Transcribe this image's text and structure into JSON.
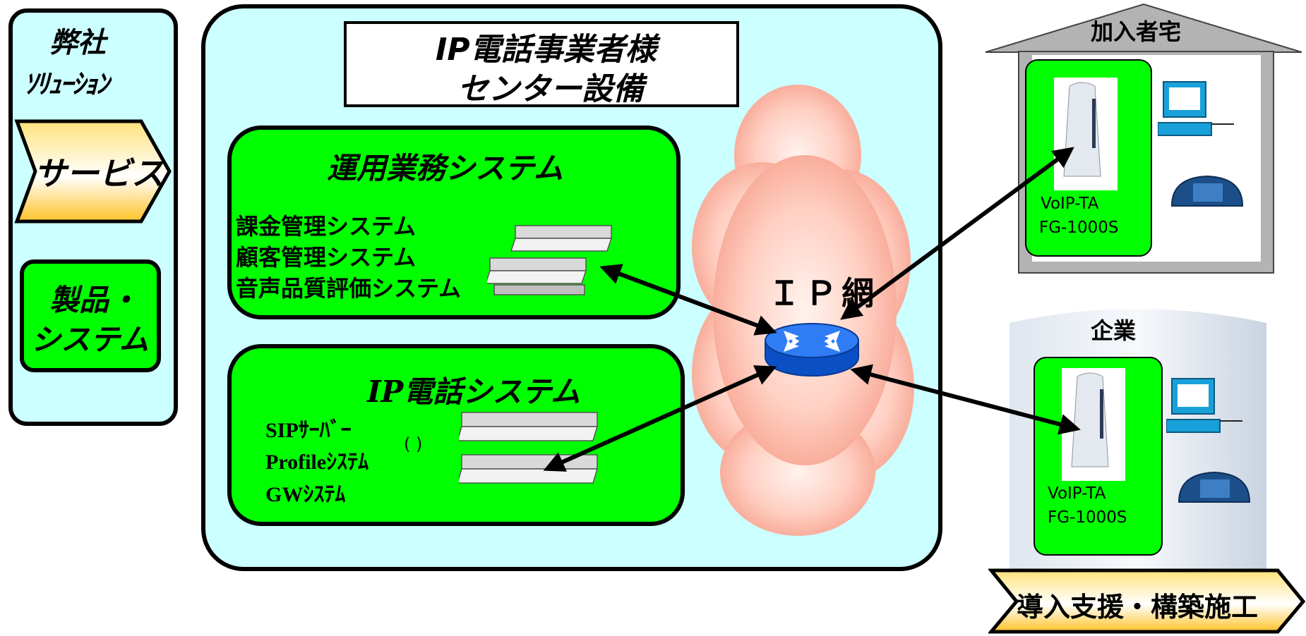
{
  "left_panel": {
    "title_line1": "弊社",
    "title_line2": "ｿﾘｭｰｼｮﾝ",
    "service_label": "サービス",
    "product_line1": "製品・",
    "product_line2": "システム"
  },
  "center": {
    "title_line1": "IP電話事業者様",
    "title_line2": "センター設備"
  },
  "ops_system": {
    "title": "運用業務システム",
    "items": [
      "課金管理システム",
      "顧客管理システム",
      "音声品質評価システム"
    ]
  },
  "ip_phone_system": {
    "title": "IP電話システム",
    "items": [
      "SIPｻｰﾊﾞｰ",
      "Profileｼｽﾃﾑ",
      "GWｼｽﾃﾑ"
    ],
    "paren": "(  )"
  },
  "network": {
    "label": "ＩＰ網"
  },
  "subscriber": {
    "title": "加入者宅",
    "device_line1": "VoIP-TA",
    "device_line2": "FG-1000S"
  },
  "enterprise": {
    "title": "企業",
    "device_line1": "VoIP-TA",
    "device_line2": "FG-1000S"
  },
  "bottom_banner": {
    "label": "導入支援・構築施工"
  },
  "colors": {
    "panel_bg": "#ccffff",
    "green": "#00ff00",
    "arrow_gold": "#ffcc33",
    "cloud": "#f7a796",
    "router": "#1166ee"
  }
}
